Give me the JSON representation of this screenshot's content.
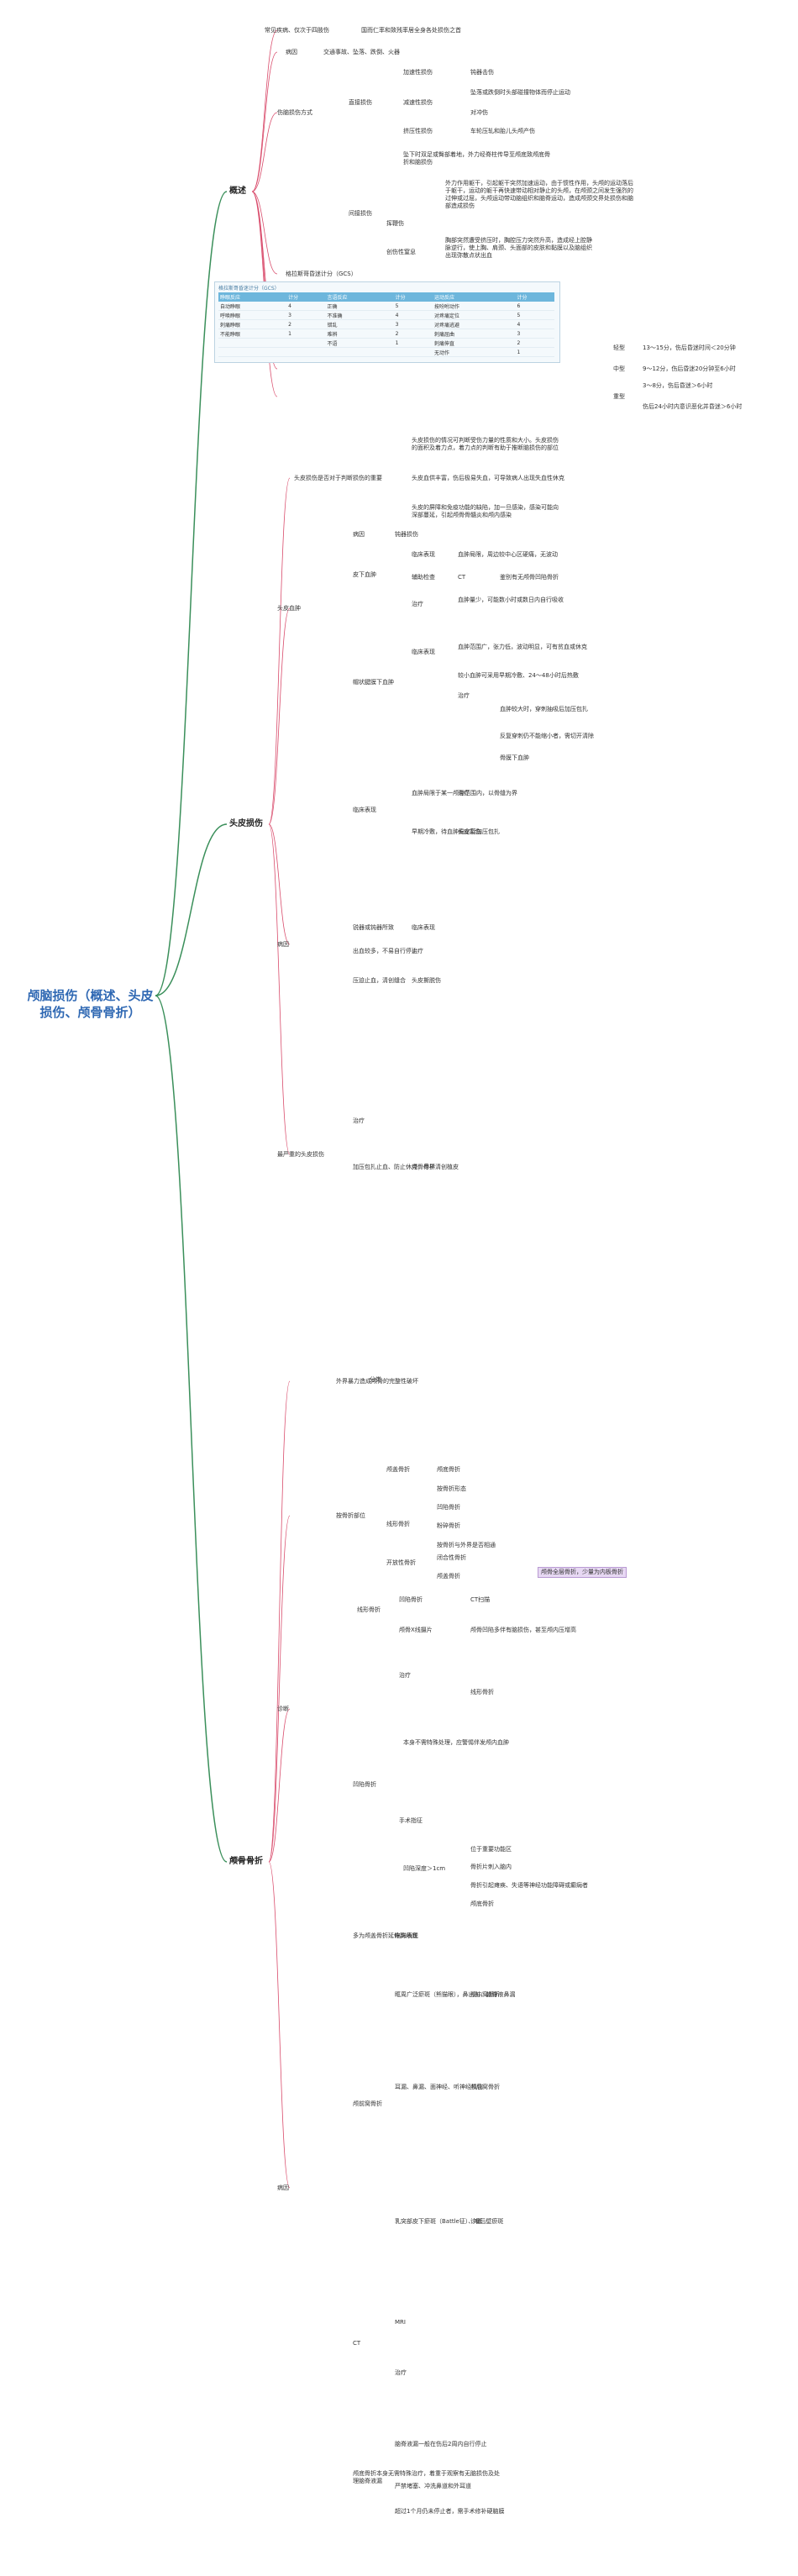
{
  "root": {
    "title": "颅脑损伤（概述、头皮损伤、颅骨骨折）"
  },
  "sections": [
    {
      "label": "概述"
    },
    {
      "label": "头皮损伤"
    },
    {
      "label": "颅骨骨折"
    }
  ],
  "nodes": [
    {
      "text": "常见疾病、仅次于四肢伤"
    },
    {
      "text": "国而仁率和致残率居全身各处损伤之首"
    },
    {
      "text": "病因"
    },
    {
      "text": "交通事故、坠落、跌倒、火器"
    },
    {
      "text": "伤脑损伤方式"
    },
    {
      "text": "直接损伤"
    },
    {
      "text": "加速性损伤"
    },
    {
      "text": "钝器击伤"
    },
    {
      "text": "减速性损伤"
    },
    {
      "text": "坠落或跌倒时头部碰撞物体而停止运动"
    },
    {
      "text": "对冲伤"
    },
    {
      "text": "挤压性损伤"
    },
    {
      "text": "车轮压轧和胎儿头颅产伤"
    },
    {
      "text": "间接损伤"
    },
    {
      "text": "坠下时双足或臀部着地，外力经脊柱传导至颅底致颅底骨折和脑损伤"
    },
    {
      "text": "挥鞭伤"
    },
    {
      "text": "外力作用躯干，引起躯干突然加速运动，由于惯性作用，头颅的运动落后于躯干，运动的躯干再快速带动相对静止的头颅，在颅颈之间发生强烈的过伸或过屈，头颅运动带动脑组织和脑脊运动，造成颅颈交界处损伤和脑部造成损伤"
    },
    {
      "text": "创伤性窒息"
    },
    {
      "text": "胸部突然遭受挤压时，胸腔压力突然升高，造成经上腔静脉逆行，使上胸、肩颈、头面部的皮肤和黏膜以及脑组织出现弥散点状出血"
    },
    {
      "text": "格拉斯哥昏迷计分（GCS）"
    },
    {
      "text": "轻型"
    },
    {
      "text": "13～15分，伤后昏迷时间＜20分钟"
    },
    {
      "text": "中型"
    },
    {
      "text": "9～12分，伤后昏迷20分钟至6小时"
    },
    {
      "text": "重型"
    },
    {
      "text": "3～8分，伤后昏迷＞6小时"
    },
    {
      "text": "伤后24小时内意识恶化并昏迷＞6小时"
    },
    {
      "text": "头皮损伤是否对于判断损伤的重要"
    },
    {
      "text": "头皮损伤的情况可判断受伤力量的性质和大小。头皮损伤的面积及着力点，着力点的判断有助于推断脑损伤的部位"
    },
    {
      "text": "头皮血供丰富，伤后极易失血，可导致病人出现失血性休克"
    },
    {
      "text": "头皮的屏障和免疫功能的缺陷，加一旦感染，感染可能向深部蔓延，引起颅骨骨髓炎和颅内感染"
    },
    {
      "text": "头皮血肿"
    },
    {
      "text": "病因"
    },
    {
      "text": "钝器损伤"
    },
    {
      "text": "皮下血肿"
    },
    {
      "text": "临床表现"
    },
    {
      "text": "血肿局限，周边较中心区硬痛，无波动"
    },
    {
      "text": "辅助检查"
    },
    {
      "text": "CT"
    },
    {
      "text": "鉴别有无颅骨凹陷骨折"
    },
    {
      "text": "治疗"
    },
    {
      "text": "血肿量少，可能数小时或数日内自行吸收"
    },
    {
      "text": "帽状腱膜下血肿"
    },
    {
      "text": "临床表现"
    },
    {
      "text": "血肿范围广，张力低，波动明显，可有贫血或休克"
    },
    {
      "text": "治疗"
    },
    {
      "text": "较小血肿可采用早期冷敷、24～48小时后热敷"
    },
    {
      "text": "血肿较大时，穿刺抽吸后加压包扎"
    },
    {
      "text": "反复穿刺仍不能缩小者，需切开清除"
    },
    {
      "text": "骨膜下血肿"
    },
    {
      "text": "临床表现"
    },
    {
      "text": "血肿局限于某一颅骨范围内，以骨缝为界"
    },
    {
      "text": "治疗"
    },
    {
      "text": "早期冷敷，待血肿稳定后加压包扎"
    },
    {
      "text": "头皮裂伤"
    },
    {
      "text": "病因"
    },
    {
      "text": "锐器或钝器所致"
    },
    {
      "text": "临床表现"
    },
    {
      "text": "出血较多，不易自行停止"
    },
    {
      "text": "治疗"
    },
    {
      "text": "压迫止血，清创缝合"
    },
    {
      "text": "头皮撕脱伤"
    },
    {
      "text": "最严重的头皮损伤"
    },
    {
      "text": "治疗"
    },
    {
      "text": "加压包扎止血、防止休克；尽早清创植皮"
    },
    {
      "text": "颅骨骨折"
    },
    {
      "text": "定义"
    },
    {
      "text": "外界暴力造成颅骨的完整性破坏"
    },
    {
      "text": "分类"
    },
    {
      "text": "按骨折部位"
    },
    {
      "text": "颅盖骨折"
    },
    {
      "text": "颅底骨折"
    },
    {
      "text": "按骨折形态"
    },
    {
      "text": "线形骨折"
    },
    {
      "text": "凹陷骨折"
    },
    {
      "text": "粉碎骨折"
    },
    {
      "text": "按骨折与外界是否相通"
    },
    {
      "text": "开放性骨折"
    },
    {
      "text": "闭合性骨折"
    },
    {
      "text": "颅盖骨折"
    },
    {
      "text": "诊断"
    },
    {
      "text": "线形骨折"
    },
    {
      "text": "凹陷骨折"
    },
    {
      "text": "颅骨X线摄片"
    },
    {
      "text": "CT扫描"
    },
    {
      "text": "颅骨凹陷多伴有脑损伤，甚至颅内压增高"
    },
    {
      "text": "治疗"
    },
    {
      "text": "线形骨折"
    },
    {
      "text": "本身不需特殊处理，应警惕伴发颅内血肿"
    },
    {
      "text": "凹陷骨折"
    },
    {
      "text": "手术指征"
    },
    {
      "text": "凹陷深度＞1cm"
    },
    {
      "text": "位于重要功能区"
    },
    {
      "text": "骨折片刺入脑内"
    },
    {
      "text": "骨折引起瘫痪、失语等神经功能障碍或癫痫者"
    },
    {
      "text": "颅底骨折"
    },
    {
      "text": "病因"
    },
    {
      "text": "多为颅盖骨折延伸到颅底"
    },
    {
      "text": "临床表现"
    },
    {
      "text": "颅前窝骨折"
    },
    {
      "text": "眶周广泛瘀斑（熊猫眼），鼻出血，脑脊液鼻漏"
    },
    {
      "text": "颅中窝骨折"
    },
    {
      "text": "耳漏、鼻漏、面神经、听神经损伤"
    },
    {
      "text": "颅后窝骨折"
    },
    {
      "text": "乳突部皮下瘀斑（Battle征）、咽后壁瘀斑"
    },
    {
      "text": "诊断"
    },
    {
      "text": "CT"
    },
    {
      "text": "MRI"
    },
    {
      "text": "治疗"
    },
    {
      "text": "颅底骨折本身无需特殊治疗，着重于观察有无脑损伤及处理脑脊液漏"
    },
    {
      "text": "脑脊液漏一般在伤后2周内自行停止"
    },
    {
      "text": "严禁堵塞、冲洗鼻道和外耳道"
    },
    {
      "text": "超过1个月仍未停止者，需手术修补硬脑膜"
    }
  ],
  "highlight": {
    "text": "颅骨全层骨折，少量为内板骨折"
  },
  "gcs": {
    "caption": "格拉斯哥昏迷计分（GCS）",
    "headers": [
      "睁眼反应",
      "计分",
      "言语反应",
      "计分",
      "运动反应",
      "计分"
    ],
    "rows": [
      [
        "自动睁眼",
        "4",
        "正确",
        "5",
        "按吩咐动作",
        "6"
      ],
      [
        "呼唤睁眼",
        "3",
        "不准确",
        "4",
        "对疼痛定位",
        "5"
      ],
      [
        "刺痛睁眼",
        "2",
        "错乱",
        "3",
        "对疼痛逃避",
        "4"
      ],
      [
        "不能睁眼",
        "1",
        "难辨",
        "2",
        "刺痛屈曲",
        "3"
      ],
      [
        "",
        "",
        "不语",
        "1",
        "刺痛伸直",
        "2"
      ],
      [
        "",
        "",
        "",
        "",
        "无动作",
        "1"
      ]
    ]
  },
  "colors": {
    "root": "#2f68b3",
    "main_branch": "#3a8f5a",
    "sub_branch": "#d94b6b",
    "highlight_bg": "#e7d8f3",
    "table_header": "#6db6dc"
  }
}
